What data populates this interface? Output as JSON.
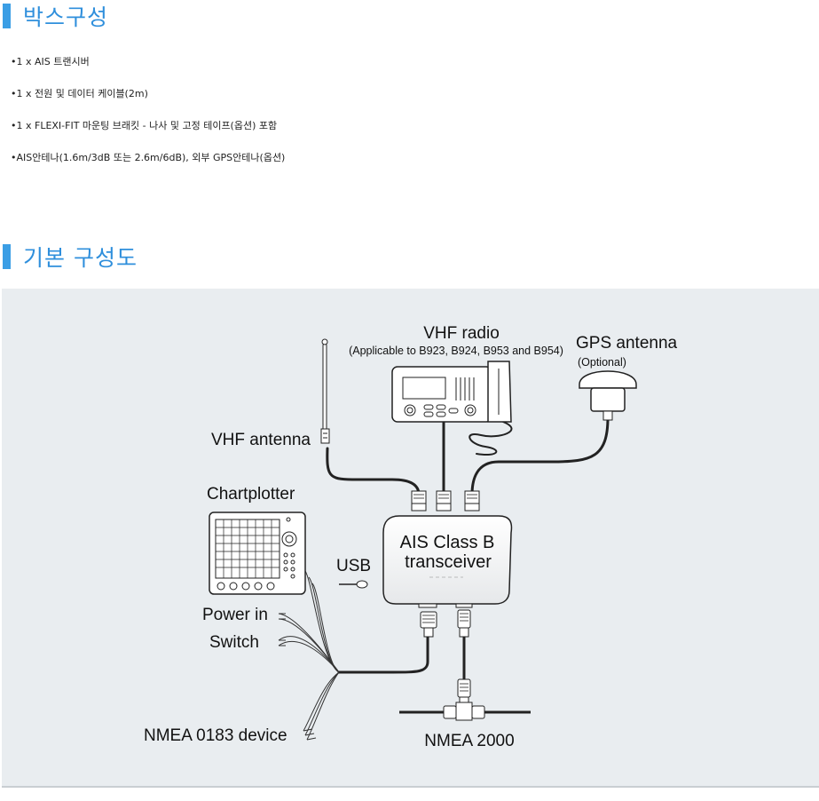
{
  "box_section": {
    "title": "박스구성",
    "items": [
      "•1 x AIS 트랜시버",
      "•1 x 전원 및 데이터 케이블(2m)",
      "•1 x FLEXI-FIT 마운팅 브래킷 - 나사 및 고정 테이프(옵션) 포함",
      "•AIS안테나(1.6m/3dB 또는 2.6m/6dB), 외부 GPS안테나(옵션)"
    ]
  },
  "diagram_section": {
    "title": "기본 구성도"
  },
  "diagram": {
    "vhf_radio": "VHF radio",
    "vhf_radio_note": "(Applicable to B923, B924, B953 and B954)",
    "gps_antenna": "GPS antenna",
    "gps_optional": "(Optional)",
    "vhf_antenna": "VHF antenna",
    "chartplotter": "Chartplotter",
    "usb": "USB",
    "transceiver_line1": "AIS Class B",
    "transceiver_line2": "transceiver",
    "power_in": "Power in",
    "switch": "Switch",
    "nmea0183": "NMEA 0183 device",
    "nmea2000": "NMEA 2000"
  },
  "colors": {
    "accent": "#3b9ee5",
    "heading_text": "#2f8fdc",
    "panel_bg": "#e9edf0"
  }
}
